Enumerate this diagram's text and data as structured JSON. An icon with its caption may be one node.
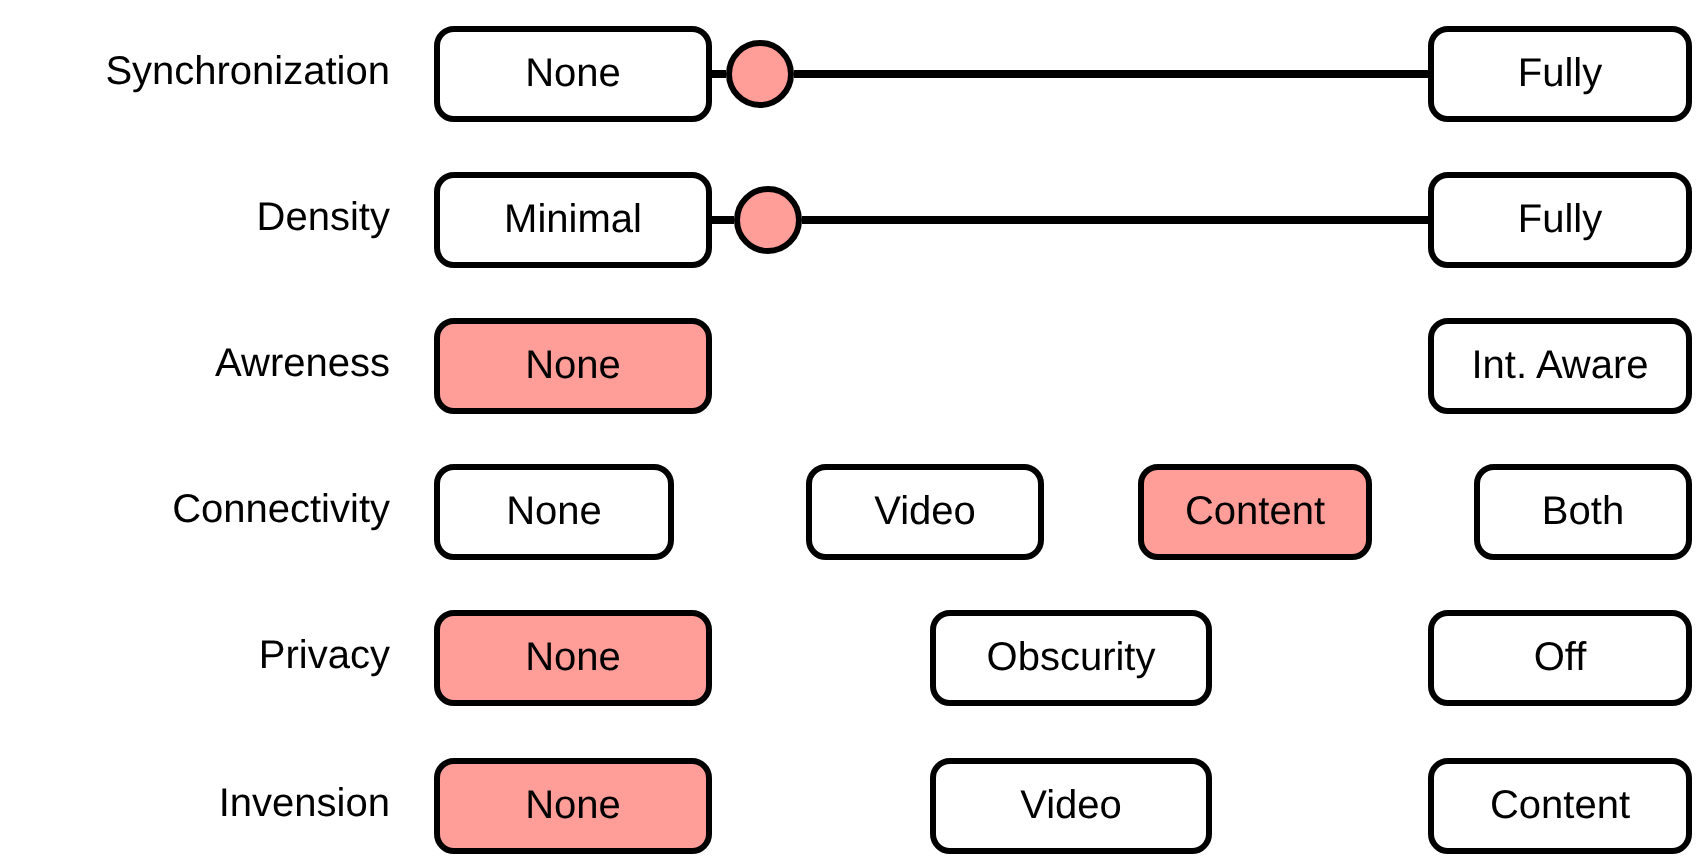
{
  "diagram": {
    "nodes": [
      {
        "text": [
          "None"
        ]
      },
      {
        "text": [],
        "shape": "circle"
      },
      {
        "text": [
          "Fully"
        ]
      },
      {
        "text": [
          "Minimal"
        ]
      },
      {
        "text": [],
        "shape": "circle"
      },
      {
        "text": [
          "Fully"
        ]
      },
      {
        "text": [
          "None"
        ]
      },
      {
        "text": [
          "Int. Aware"
        ]
      },
      {
        "text": [
          "None"
        ]
      },
      {
        "text": [
          "Video"
        ]
      },
      {
        "text": [
          "Content"
        ]
      },
      {
        "text": [
          "Both"
        ]
      },
      {
        "text": [
          "None"
        ]
      },
      {
        "text": [
          "Obscurity"
        ]
      },
      {
        "text": [
          "Off"
        ]
      },
      {
        "text": [
          "None"
        ]
      },
      {
        "text": [
          "Video"
        ]
      },
      {
        "text": [
          "Content"
        ]
      }
    ],
    "edges": [
      {
        "from": 0,
        "to": 1,
        "arrow": "none"
      },
      {
        "from": 1,
        "to": 2,
        "arrow": "none"
      },
      {
        "from": 3,
        "to": 4,
        "arrow": "none"
      },
      {
        "from": 4,
        "to": 5,
        "arrow": "none"
      }
    ],
    "labels": [
      "Synchronization",
      "Density",
      "Awreness",
      "Connectivity",
      "Privacy",
      "Invension"
    ]
  }
}
